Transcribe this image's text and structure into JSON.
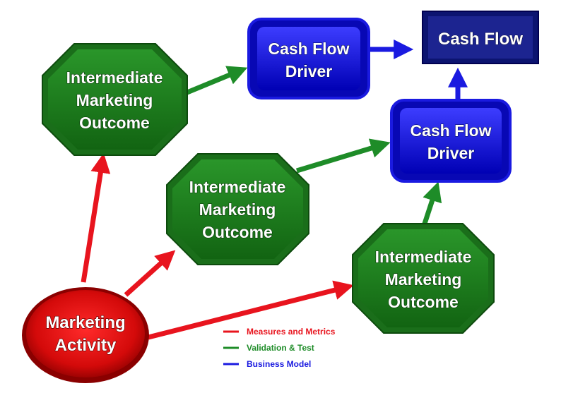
{
  "nodes": {
    "outcome_top": {
      "lines": [
        "Intermediate",
        "Marketing",
        "Outcome"
      ]
    },
    "outcome_mid": {
      "lines": [
        "Intermediate",
        "Marketing",
        "Outcome"
      ]
    },
    "outcome_low": {
      "lines": [
        "Intermediate",
        "Marketing",
        "Outcome"
      ]
    },
    "driver_top": {
      "lines": [
        "Cash Flow",
        "Driver"
      ]
    },
    "driver_mid": {
      "lines": [
        "Cash Flow",
        "Driver"
      ]
    },
    "activity": {
      "lines": [
        "Marketing",
        "Activity"
      ]
    },
    "cash_flow": {
      "label": "Cash Flow"
    }
  },
  "legend": [
    {
      "label": "Measures and Metrics",
      "color": "#e8141e"
    },
    {
      "label": "Validation & Test",
      "color": "#1e8c28"
    },
    {
      "label": "Business Model",
      "color": "#1a1ae0"
    }
  ],
  "colors": {
    "red": "#e8141e",
    "green": "#1e8c28",
    "blue": "#1a1ae0",
    "outcome_fill": "#1f7f1f",
    "driver_fill": "#1010c8",
    "cash_flow_fill": "#0c1470"
  }
}
